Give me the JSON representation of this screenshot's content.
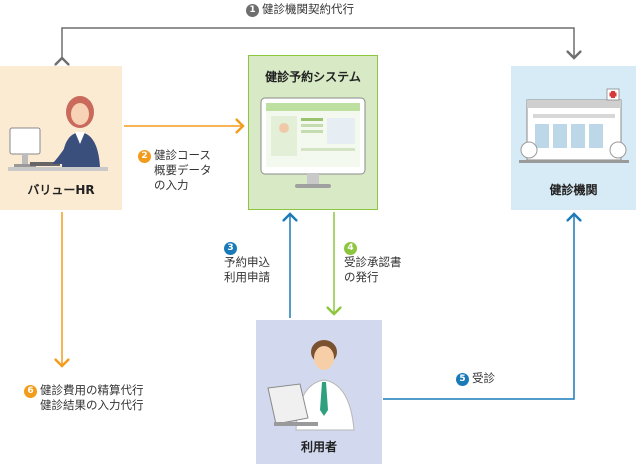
{
  "colors": {
    "gray": "#6e6e6e",
    "orange": "#f39c1b",
    "green": "#8cc63e",
    "blue": "#1a7ab8",
    "valuehr_bg": "#fcebd3",
    "system_bg": "#d8eac5",
    "clinic_bg": "#d7ebf6",
    "user_bg": "#d2d9ee"
  },
  "boxes": {
    "valuehr": "バリューHR",
    "system": "健診予約システム",
    "clinic": "健診機関",
    "user": "利用者"
  },
  "steps": [
    {
      "num": "1",
      "color": "gray",
      "lines": [
        "健診機関契約代行"
      ]
    },
    {
      "num": "2",
      "color": "orange",
      "lines": [
        "健診コース",
        "概要データ",
        "の入力"
      ]
    },
    {
      "num": "3",
      "color": "blue",
      "lines": [
        "予約申込",
        "利用申請"
      ]
    },
    {
      "num": "4",
      "color": "green",
      "lines": [
        "受診承認書",
        "の発行"
      ]
    },
    {
      "num": "5",
      "color": "blue",
      "lines": [
        "受診"
      ]
    },
    {
      "num": "6",
      "color": "orange",
      "lines": [
        "健診費用の精算代行",
        "健診結果の入力代行"
      ]
    }
  ]
}
